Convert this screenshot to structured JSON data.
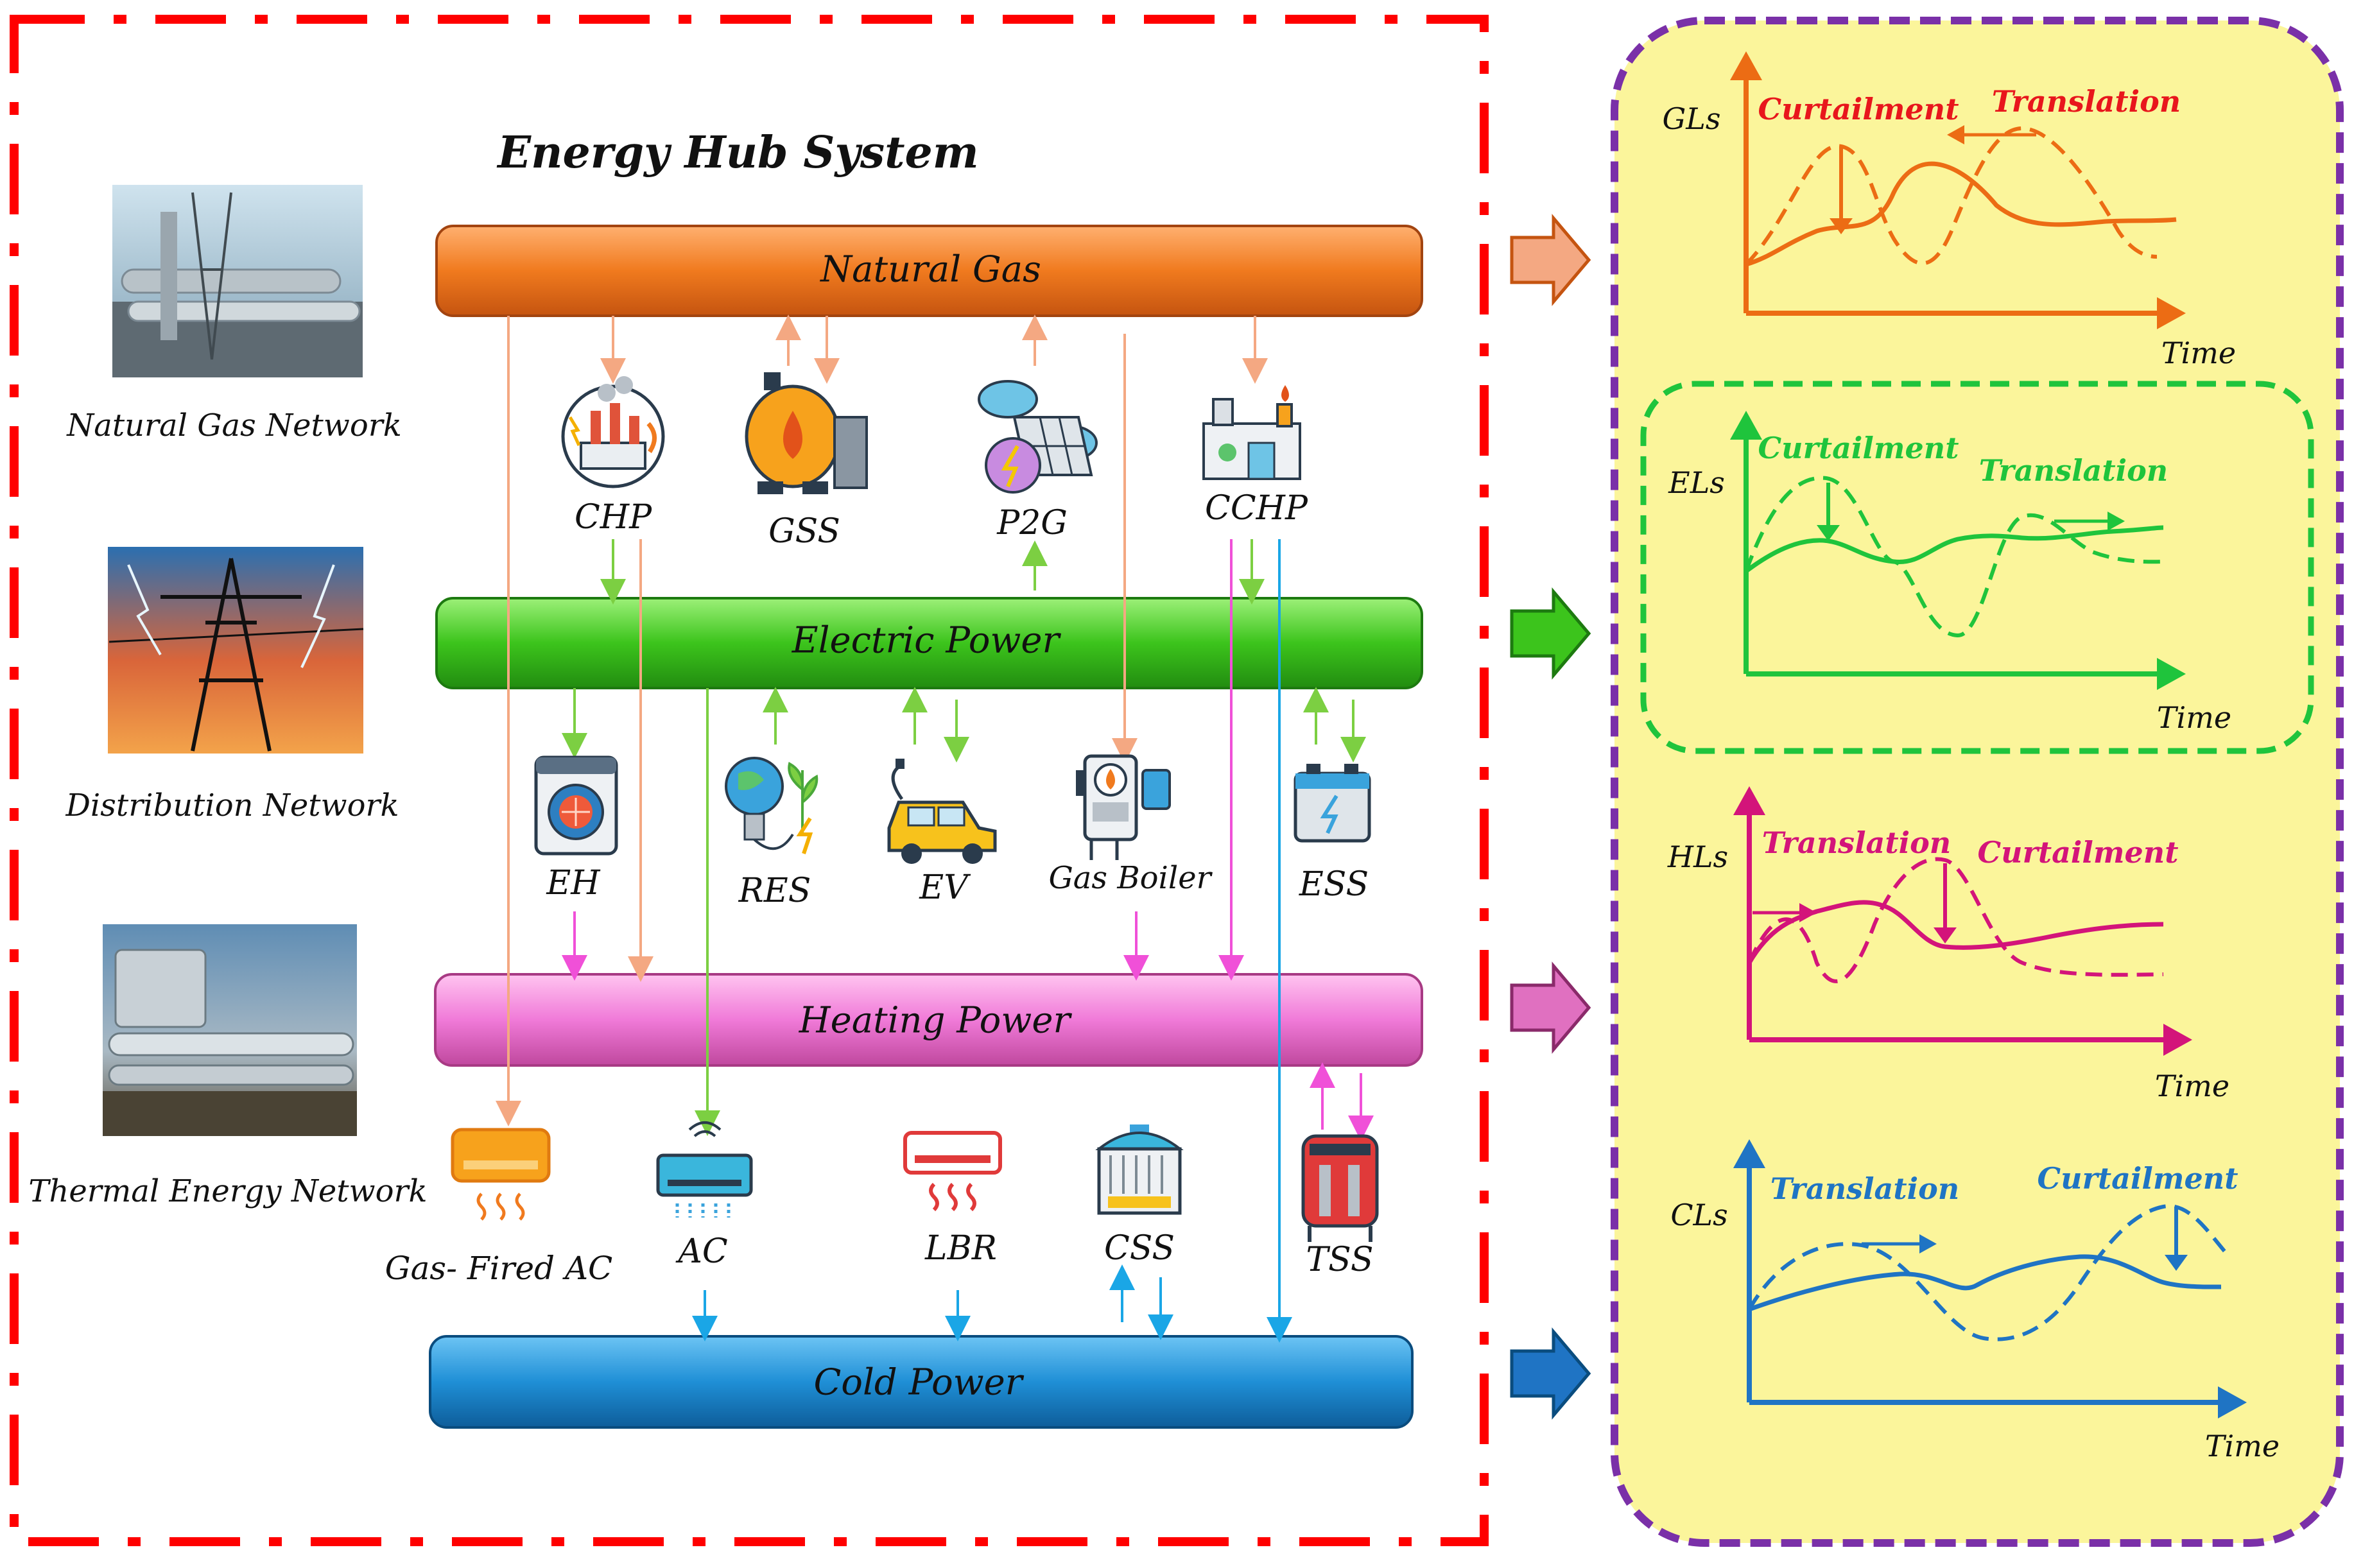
{
  "hub": {
    "title": "Energy Hub System",
    "networks": [
      "Natural Gas Network",
      "Distribution Network",
      "Thermal Energy Network"
    ],
    "buses": {
      "gas": "Natural Gas",
      "electric": "Electric Power",
      "heating": "Heating Power",
      "cold": "Cold Power"
    },
    "devices_row1": [
      "CHP",
      "GSS",
      "P2G",
      "CCHP"
    ],
    "devices_row2": [
      "EH",
      "RES",
      "EV",
      "Gas Boiler",
      "ESS"
    ],
    "devices_row3": [
      "Gas- Fired AC",
      "AC",
      "LBR",
      "CSS",
      "TSS"
    ]
  },
  "colors": {
    "gas": "#f07a1e",
    "electric": "#3cc41c",
    "heating": "#f07ad8",
    "cold": "#1f8fd6",
    "gl_curve": "#ec6c14",
    "el_curve": "#1fc43c",
    "hl_curve": "#d3147a",
    "cl_curve": "#1f74c4",
    "border_red": "#ff0000",
    "panel_purple": "#7a30a8",
    "panel_fill": "#fbf59b"
  },
  "charts": {
    "time_label": "Time",
    "gl": {
      "ylabel": "GLs",
      "left_label": "Curtailment",
      "right_label": "Translation"
    },
    "el": {
      "ylabel": "ELs",
      "left_label": "Curtailment",
      "right_label": "Translation"
    },
    "hl": {
      "ylabel": "HLs",
      "left_label": "Translation",
      "right_label": "Curtailment"
    },
    "cl": {
      "ylabel": "CLs",
      "left_label": "Translation",
      "right_label": "Curtailment"
    }
  }
}
